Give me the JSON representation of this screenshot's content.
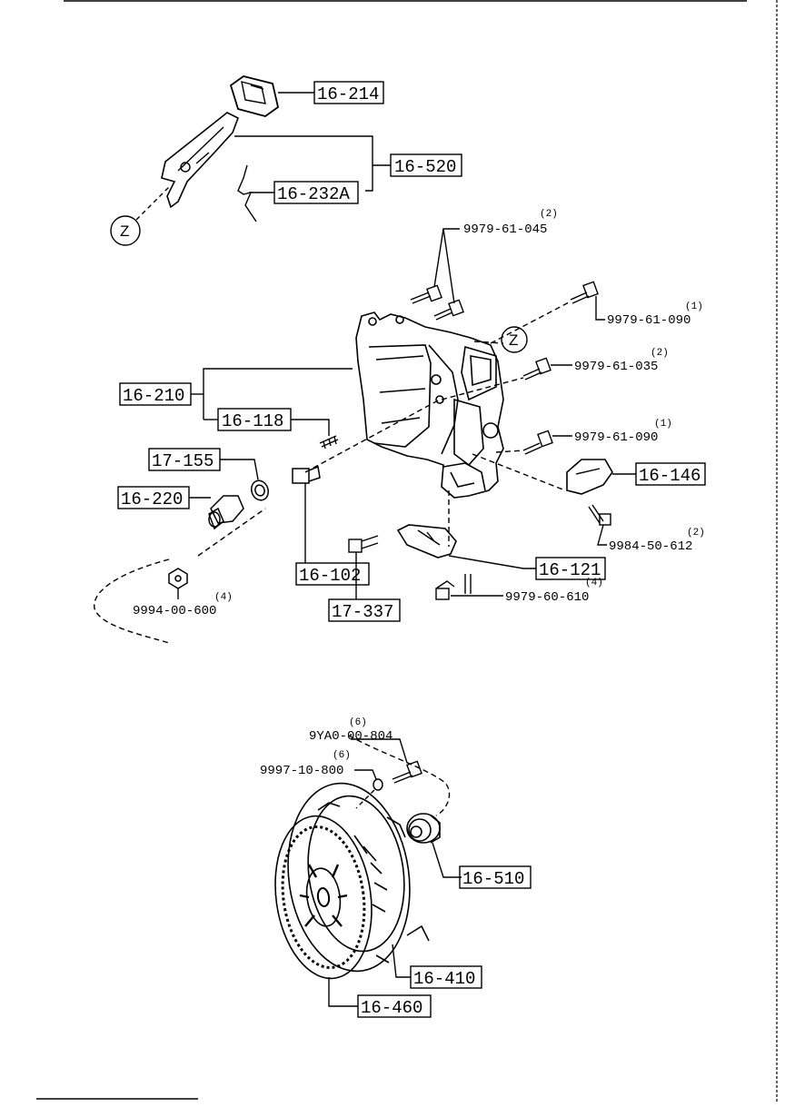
{
  "callouts": {
    "c16_214": "16-214",
    "c16_520": "16-520",
    "c16_232A": "16-232A",
    "c16_210": "16-210",
    "c16_118": "16-118",
    "c17_155": "17-155",
    "c16_220": "16-220",
    "c16_102": "16-102",
    "c17_337": "17-337",
    "c16_121": "16-121",
    "c16_146": "16-146",
    "c16_510": "16-510",
    "c16_410": "16-410",
    "c16_460": "16-460"
  },
  "parts": {
    "p9979_61_045": "9979-61-045",
    "p9979_61_045_qty": "(2)",
    "p9979_61_090_a": "9979-61-090",
    "p9979_61_090_a_qty": "(1)",
    "p9979_61_035": "9979-61-035",
    "p9979_61_035_qty": "(2)",
    "p9979_61_090_b": "9979-61-090",
    "p9979_61_090_b_qty": "(1)",
    "p9984_50_612": "9984-50-612",
    "p9984_50_612_qty": "(2)",
    "p9979_60_610": "9979-60-610",
    "p9979_60_610_qty": "(4)",
    "p9994_00_600": "9994-00-600",
    "p9994_00_600_qty": "(4)",
    "p9YA0_00_804": "9YA0-00-804",
    "p9YA0_00_804_qty": "(6)",
    "p9997_10_800": "9997-10-800",
    "p9997_10_800_qty": "(6)"
  },
  "markers": {
    "z_left": "Z",
    "z_right": "Z"
  },
  "icons": {
    "release_fork": "release-fork-icon",
    "clutch_housing": "clutch-housing-icon",
    "clutch_disc": "clutch-disc-icon",
    "pressure_plate": "pressure-plate-icon",
    "release_bearing": "release-bearing-icon"
  }
}
